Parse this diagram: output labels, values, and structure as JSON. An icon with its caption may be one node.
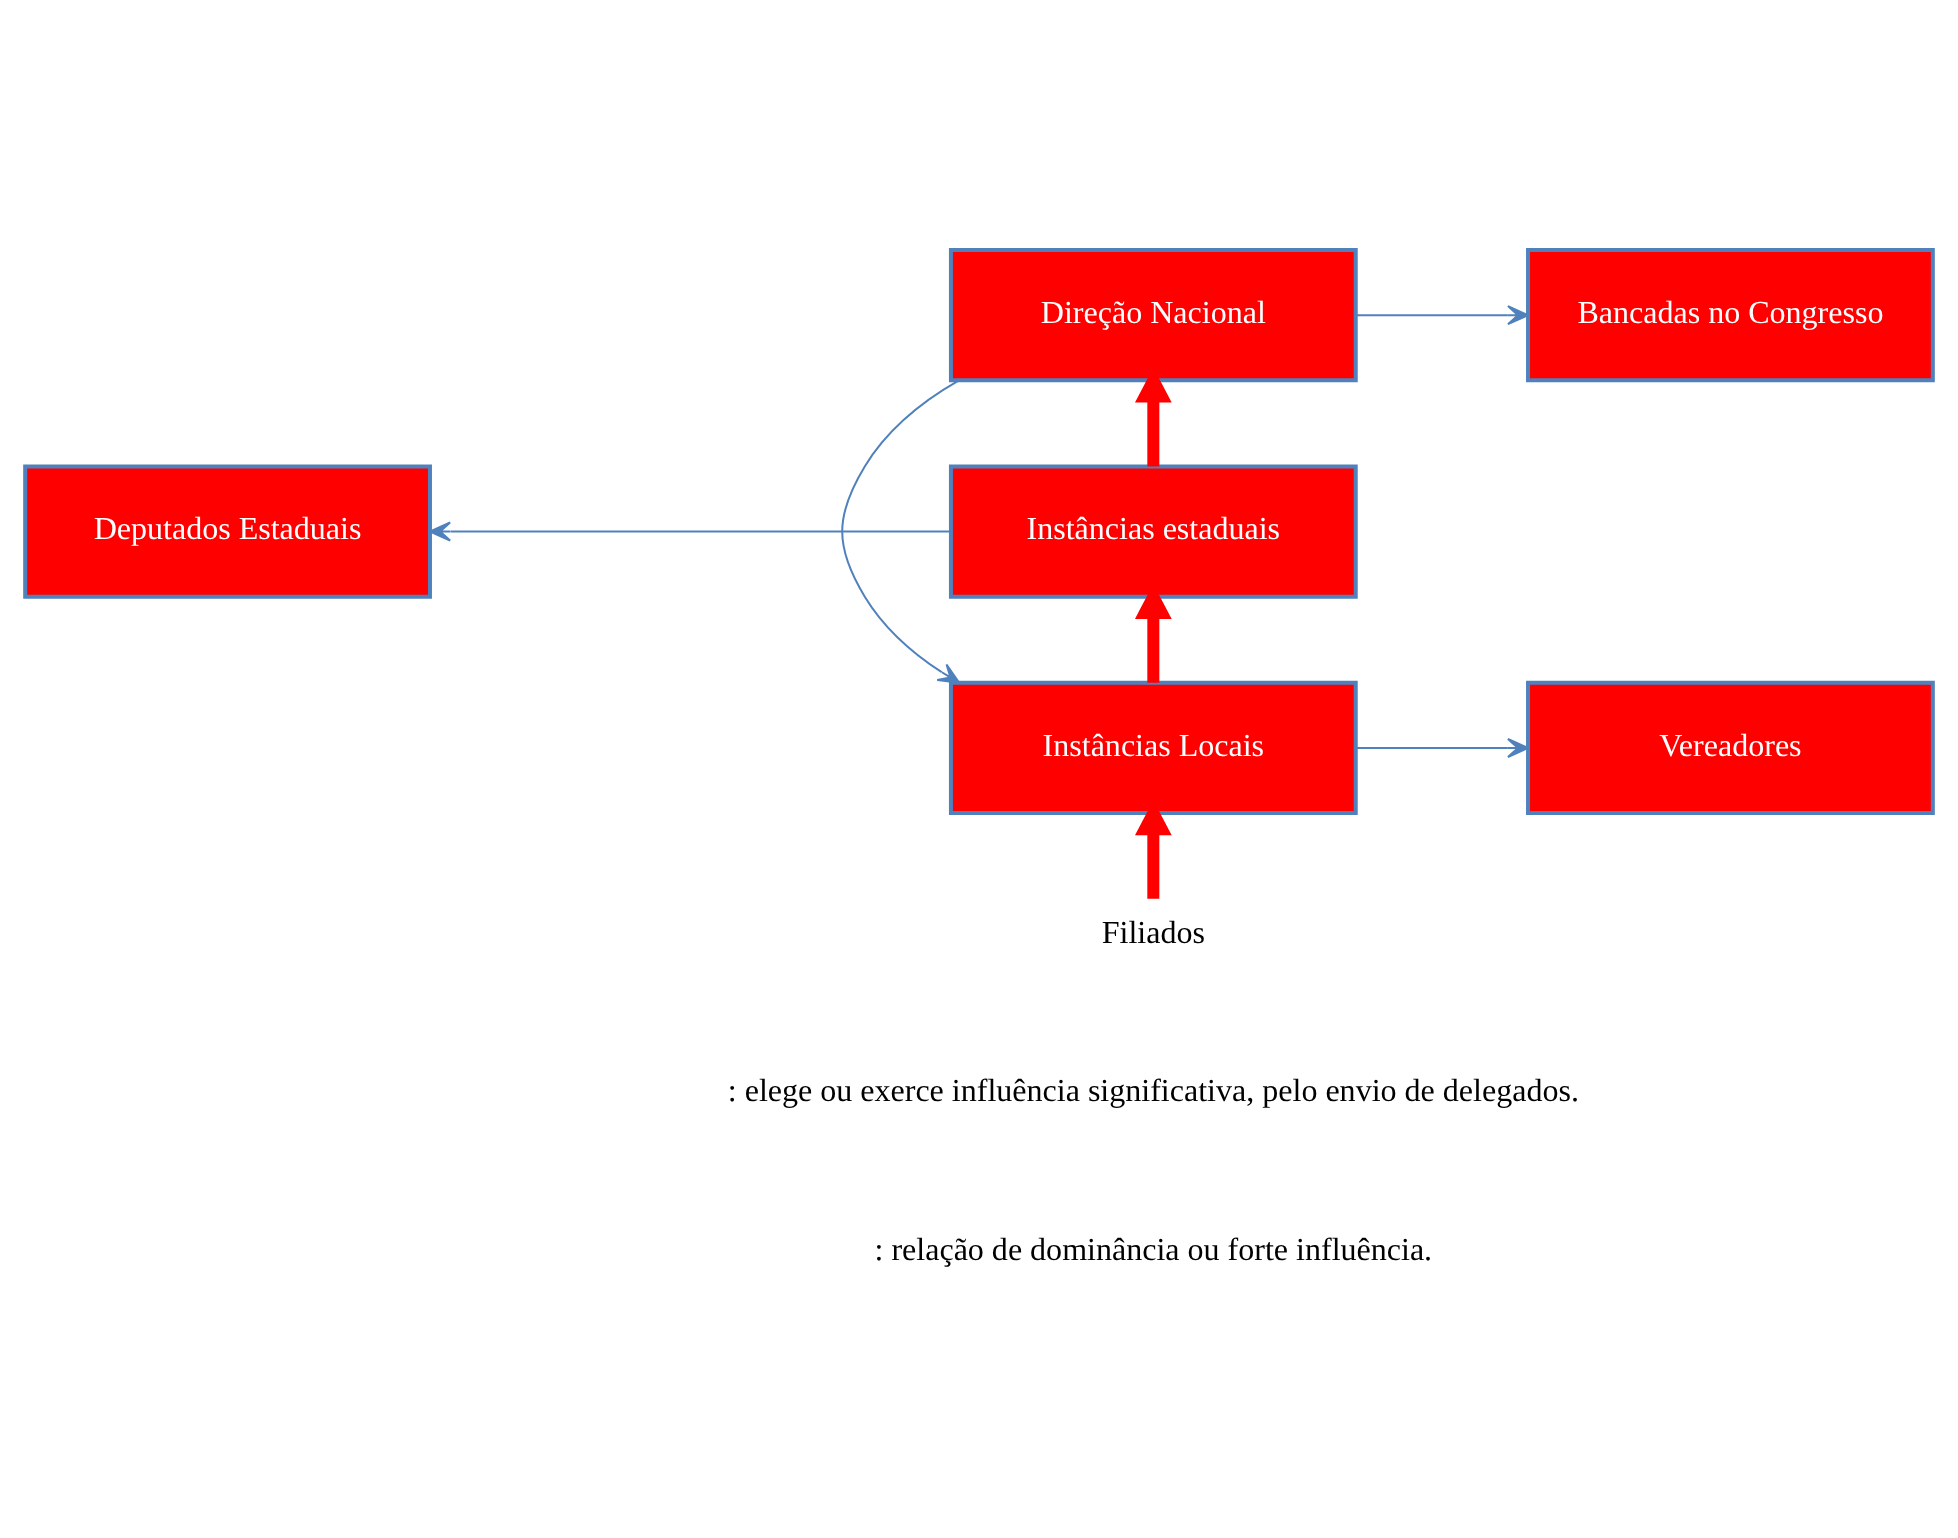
{
  "diagram": {
    "nodes": [
      {
        "text": [
          "Direção Nacional"
        ]
      },
      {
        "text": [
          "Bancadas no Congresso"
        ]
      },
      {
        "text": [
          "Instâncias estaduais"
        ]
      },
      {
        "text": [
          "Deputados Estaduais"
        ]
      },
      {
        "text": [
          "Instâncias Locais"
        ]
      },
      {
        "text": [
          "Vereadores"
        ]
      },
      {
        "text": [
          "Filiados"
        ]
      }
    ],
    "edges": [
      {
        "from": 0,
        "to": 1,
        "arrow": "to"
      },
      {
        "from": 2,
        "to": 0,
        "arrow": "to",
        "style": "thick",
        "color": "#ff0000"
      },
      {
        "from": 2,
        "to": 3,
        "arrow": "to"
      },
      {
        "from": 4,
        "to": 2,
        "arrow": "to",
        "style": "thick",
        "color": "#ff0000"
      },
      {
        "from": 0,
        "to": 4,
        "arrow": "to"
      },
      {
        "from": 4,
        "to": 5,
        "arrow": "to"
      },
      {
        "from": 6,
        "to": 4,
        "arrow": "to",
        "style": "thick",
        "color": "#ff0000"
      }
    ],
    "legend": [
      {
        "text": ": elege ou exerce influência significativa, pelo envio de delegados."
      },
      {
        "text": ": relação de dominância ou forte influência."
      }
    ]
  }
}
